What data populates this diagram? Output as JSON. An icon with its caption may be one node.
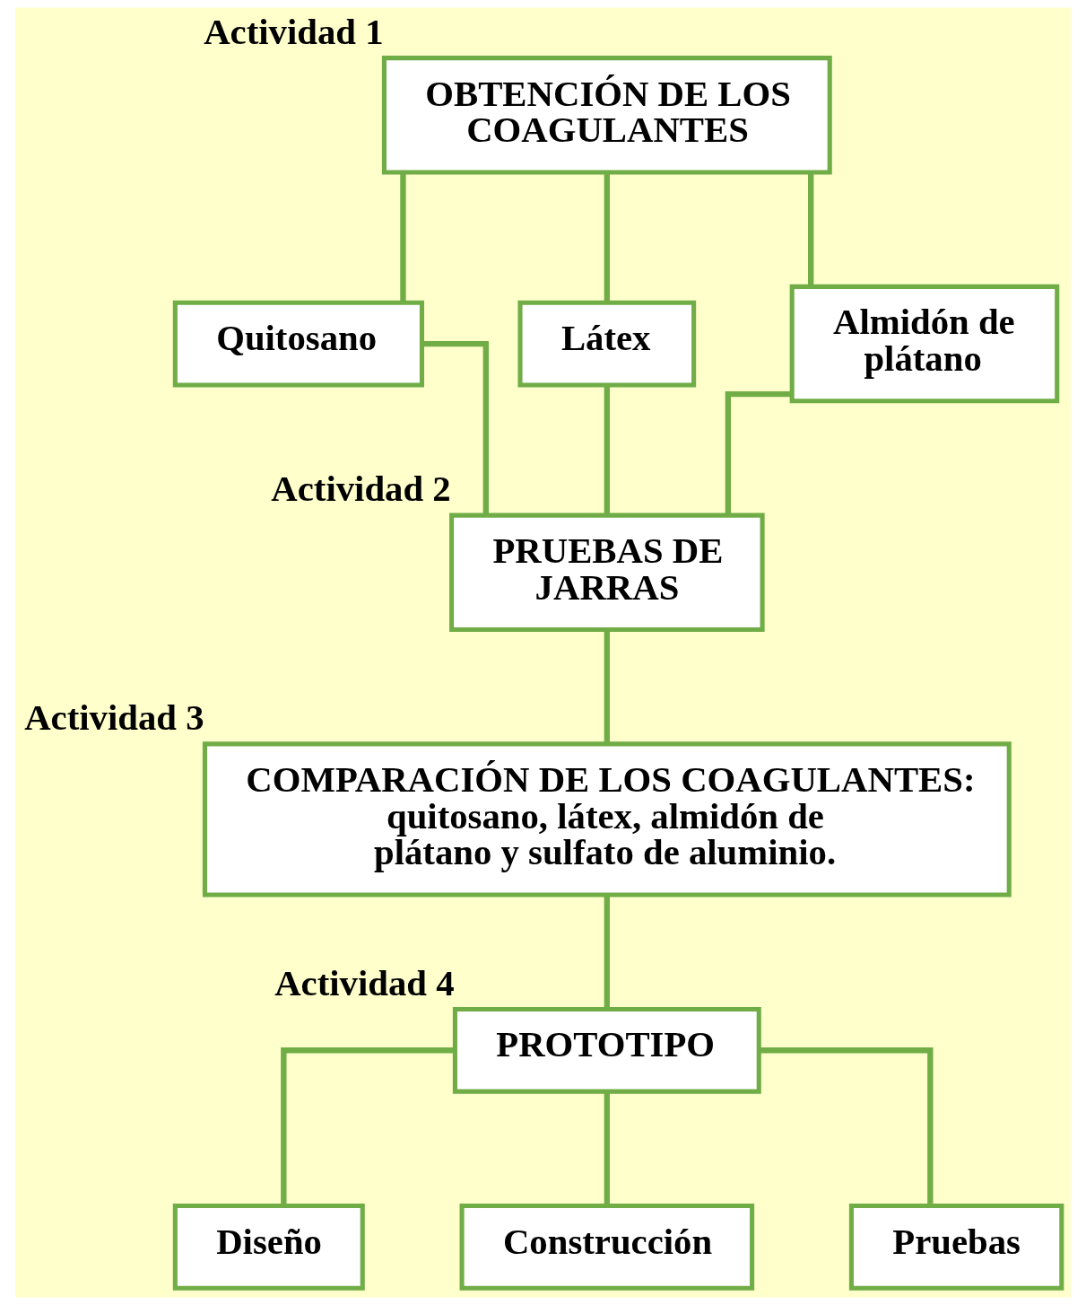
{
  "diagram": {
    "nodes": [
      {
        "text": [
          "OBTENCIÓN DE LOS COAGULANTES"
        ],
        "beside": [
          "Actividad 1"
        ]
      },
      {
        "text": [
          "Quitosano"
        ]
      },
      {
        "text": [
          "Látex"
        ]
      },
      {
        "text": [
          "Almidón de plátano"
        ]
      },
      {
        "text": [
          "PRUEBAS DE JARRAS"
        ],
        "beside": [
          "Actividad 2"
        ]
      },
      {
        "text": [
          "COMPARACIÓN DE LOS COAGULANTES: quitosano, látex, almidón de plátano y sulfato de aluminio."
        ],
        "beside": [
          "Actividad 3"
        ]
      },
      {
        "text": [
          "PROTOTIPO"
        ],
        "beside": [
          "Actividad 4"
        ]
      },
      {
        "text": [
          "Diseño"
        ]
      },
      {
        "text": [
          "Construcción"
        ]
      },
      {
        "text": [
          "Pruebas"
        ]
      }
    ],
    "edges": [
      {
        "from": 0,
        "to": 1,
        "arrow": "none"
      },
      {
        "from": 0,
        "to": 2,
        "arrow": "none"
      },
      {
        "from": 0,
        "to": 3,
        "arrow": "none"
      },
      {
        "from": 1,
        "to": 4,
        "arrow": "none"
      },
      {
        "from": 2,
        "to": 4,
        "arrow": "none"
      },
      {
        "from": 3,
        "to": 4,
        "arrow": "none"
      },
      {
        "from": 4,
        "to": 5,
        "arrow": "none"
      },
      {
        "from": 5,
        "to": 6,
        "arrow": "none"
      },
      {
        "from": 6,
        "to": 7,
        "arrow": "none"
      },
      {
        "from": 6,
        "to": 8,
        "arrow": "none"
      },
      {
        "from": 6,
        "to": 9,
        "arrow": "none"
      }
    ]
  }
}
